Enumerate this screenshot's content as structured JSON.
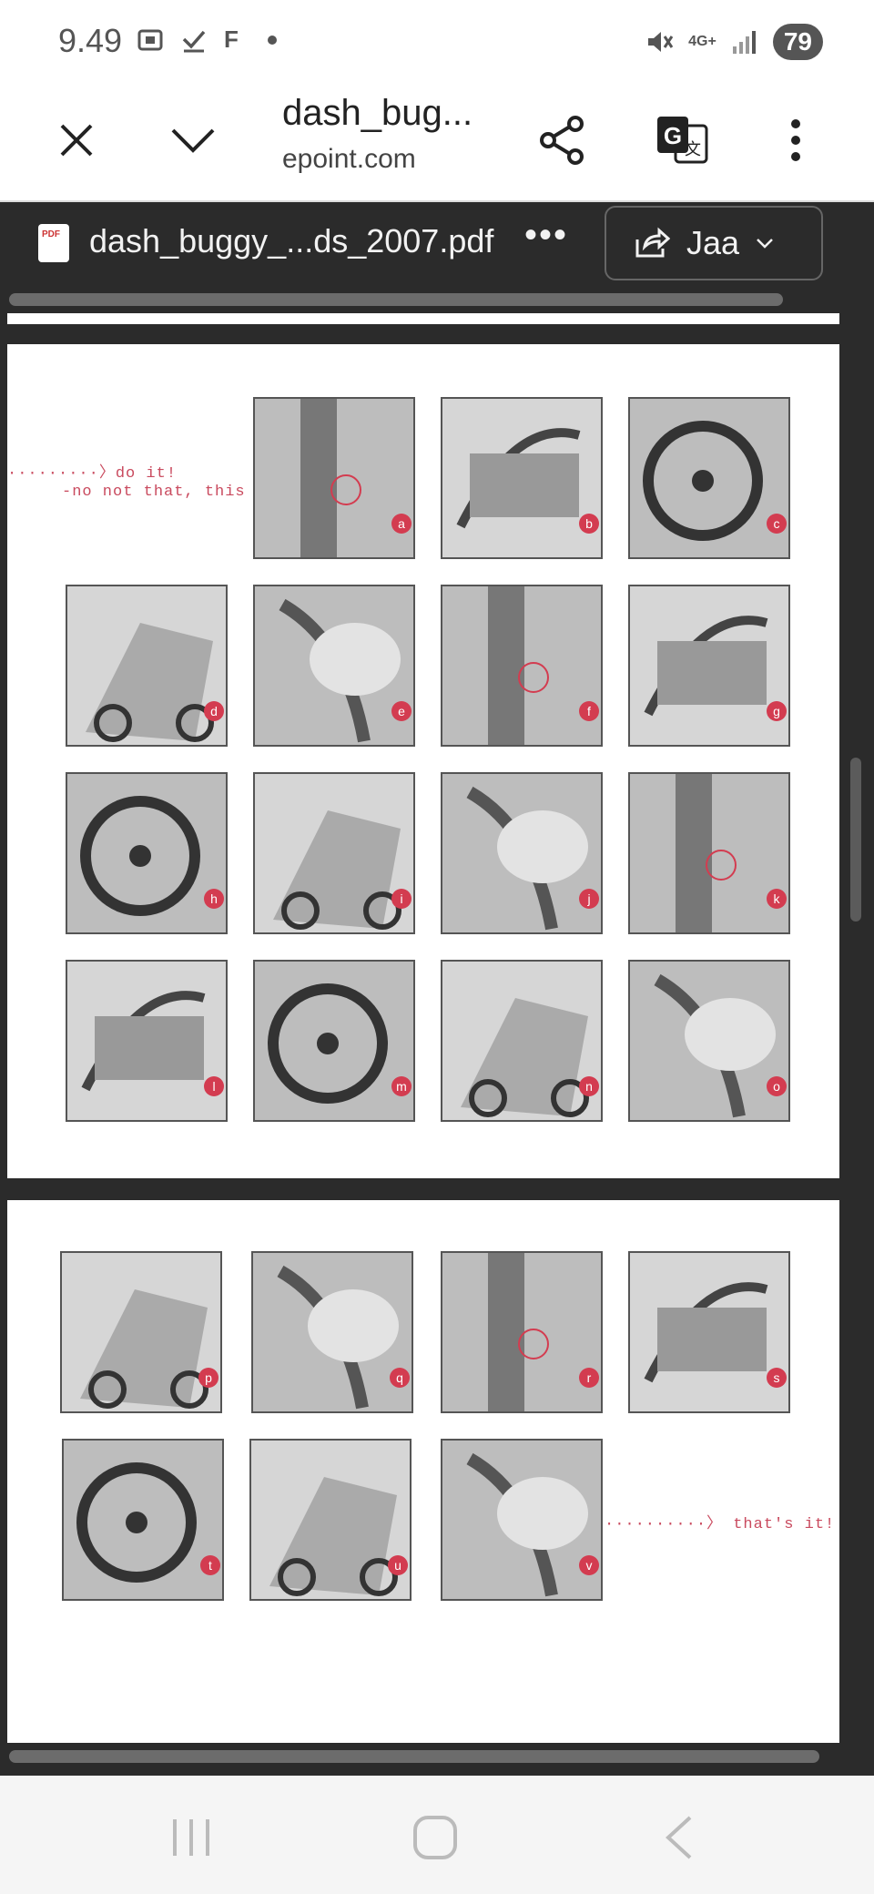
{
  "status_bar": {
    "time": "9.49",
    "carrier_letter": "F",
    "network": "4G+",
    "battery": "79"
  },
  "app_bar": {
    "title": "dash_bug...",
    "url": "epoint.com"
  },
  "pdf_toolbar": {
    "file_name": "dash_buggy_...ds_2007.pdf",
    "more": "•••",
    "share_label": "Jaa"
  },
  "document": {
    "page1": {
      "callout_do_it": "do it!",
      "callout_this": "-no not that, this",
      "tiles": [
        "a",
        "b",
        "c",
        "d",
        "e",
        "f",
        "g",
        "h",
        "i",
        "j",
        "k",
        "l",
        "m",
        "n",
        "o"
      ]
    },
    "page2": {
      "callout_thats_it": "that's it!",
      "tiles": [
        "p",
        "q",
        "r",
        "s",
        "t",
        "u",
        "v"
      ]
    }
  },
  "icons": {
    "close": "close-icon",
    "collapse": "chevron-down-icon",
    "share": "share-icon",
    "translate": "translate-icon",
    "menu": "more-vert-icon"
  },
  "colors": {
    "accent": "#d33c50",
    "toolbar": "#2b2b2b"
  }
}
